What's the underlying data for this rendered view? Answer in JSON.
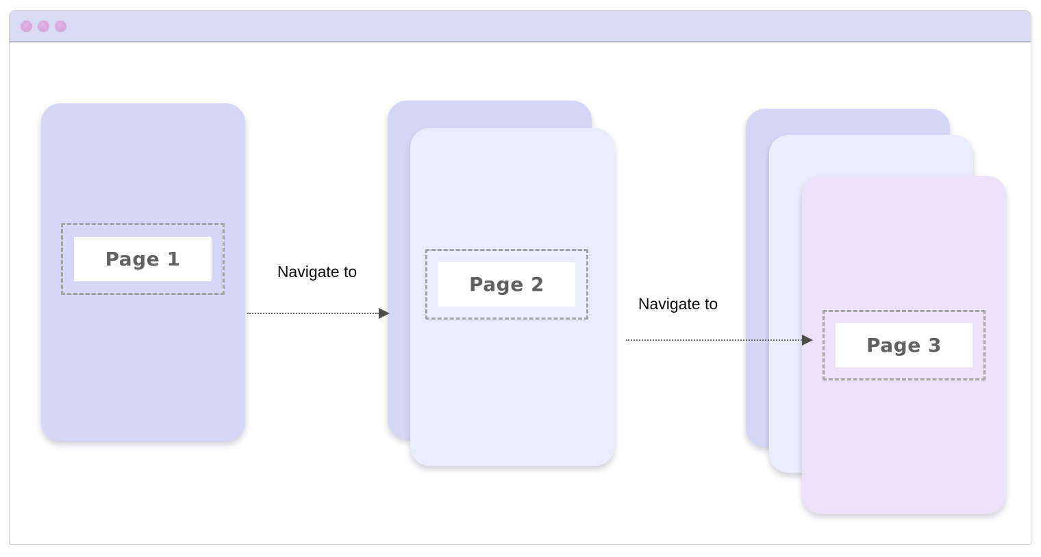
{
  "window": {
    "type": "browser-window-mockup",
    "titlebar": {
      "background": "#dadcf6",
      "control_dot_color": "#d9a9df",
      "controls": [
        "window-control-1",
        "window-control-2",
        "window-control-3"
      ]
    }
  },
  "diagram": {
    "stacks": [
      {
        "label": "Page 1",
        "card_colors": [
          "#d6d7f6"
        ]
      },
      {
        "label": "Page 2",
        "card_colors": [
          "#d6d7f6",
          "#eaecfc"
        ]
      },
      {
        "label": "Page 3",
        "card_colors": [
          "#d6d7f6",
          "#ebedfc",
          "#ece1fa"
        ]
      }
    ],
    "arrows": [
      {
        "label": "Navigate to"
      },
      {
        "label": "Navigate to"
      }
    ]
  },
  "colors": {
    "dashed_border": "#a3a3a3",
    "page_label_text": "#616161",
    "navigate_label_text": "#0d0d0d",
    "arrow": "#4d4d4d",
    "window_border": "#cfcfcf",
    "titlebar_separator": "#b6b6d2"
  }
}
